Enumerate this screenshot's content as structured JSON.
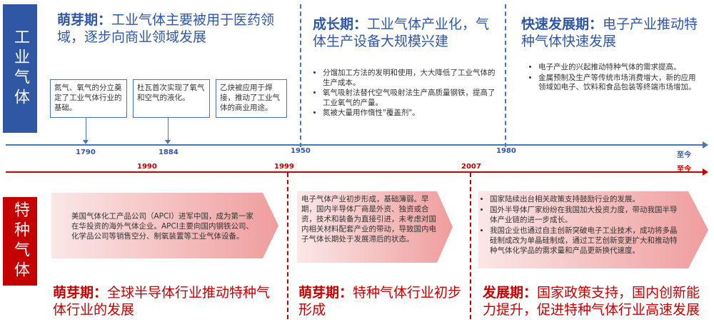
{
  "colors": {
    "blue": "#2f57a3",
    "red": "#c40000",
    "axis_blue": "#4a74b8",
    "pink_light": "#fbe7e7",
    "pink_dark": "#ef9d9d"
  },
  "industrial": {
    "label": "工业气体",
    "phases": [
      {
        "key": "萌芽期：",
        "text": "工业气体主要被用于医药领域，逐步向商业领域发展"
      },
      {
        "key": "成长期：",
        "text": "工业气体产业化，气体生产设备大规模兴建"
      },
      {
        "key": "快速发展期：",
        "text": "电子产业推动特种气体快速发展"
      }
    ],
    "events": [
      "氮气、氧气的分立奠定了工业气体行业的基础。",
      "杜瓦首次实现了氧气和空气的液化。",
      "乙炔被应用于焊接，推动了工业气体的商业用途。"
    ],
    "growth_bullets": [
      "分馏加工方法的发明和使用，大大降低了工业气体的生产成本。",
      "氧气吸射法替代空气吸射法生产高质量钢铁，提高了工业氧气的产量。",
      "氮被大量用作惰性\"覆盖剂\"。"
    ],
    "fast_bullets": [
      "电子产业的兴起推动特种气体的需求提高。",
      "金属预制及生产等传统市场消费增大，新的应用领域如电子、饮料和食品包装等终端市场增加。"
    ],
    "ticks": [
      "1790",
      "1884",
      "1950",
      "1980",
      "至今"
    ]
  },
  "special": {
    "label": "特种气体",
    "ticks": [
      "1990",
      "1999",
      "2007",
      "至今"
    ],
    "boxes": [
      "美国气体化工产品公司（APCI）进军中国，成为第一家在华投资的海外气体企业。APCI主要向国内钢铁公司、化学品公司等销售空分、制氧装置等工业气体设备。",
      "电子气体产业初步形成，基础薄弱。早期，国内半导体厂商是外资、独资或合资，技术和装备为直接引进，未考虑对国内相关材料配套产业的带动，导致国内电子气体长期处于发展滞后的状态。"
    ],
    "dev_bullets": [
      "国家陆续出台相关政策支持鼓励行业的发展。",
      "国外半导体厂家纷纷在我国加大投资力度，带动我国半导体产业链的进一步成长。",
      "我国企业也通过自主创新突破电子工业技术，成功将多晶硅制成改为单晶硅制成，通过工艺创新变更扩大和推动特种气体化学品的需求量和产品更新换代速度。"
    ],
    "phases": [
      {
        "key": "萌芽期：",
        "text": "全球半导体行业推动特种气体行业的发展"
      },
      {
        "key": "萌芽期：",
        "text": "特种气体行业初步形成"
      },
      {
        "key": "发展期：",
        "text": "国家政策支持，国内创新能力提升，促进特种气体行业高速发展"
      }
    ]
  }
}
